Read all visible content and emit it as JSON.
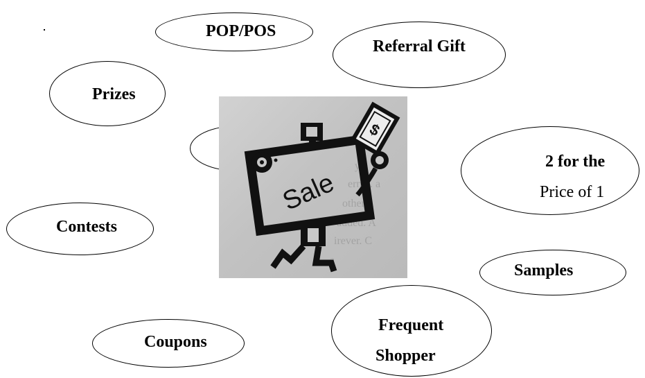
{
  "labels": {
    "pop_pos": "POP/POS",
    "referral_gift": "Referral Gift",
    "prizes": "Prizes",
    "two_for_line1": "2 for the",
    "two_for_line2": "Price of 1",
    "contests": "Contests",
    "samples": "Samples",
    "coupons": "Coupons",
    "frequent_line1": "Frequent",
    "frequent_line2": "Shopper"
  },
  "central_image": {
    "sign_text": "Sale",
    "bill_symbol": "$"
  }
}
